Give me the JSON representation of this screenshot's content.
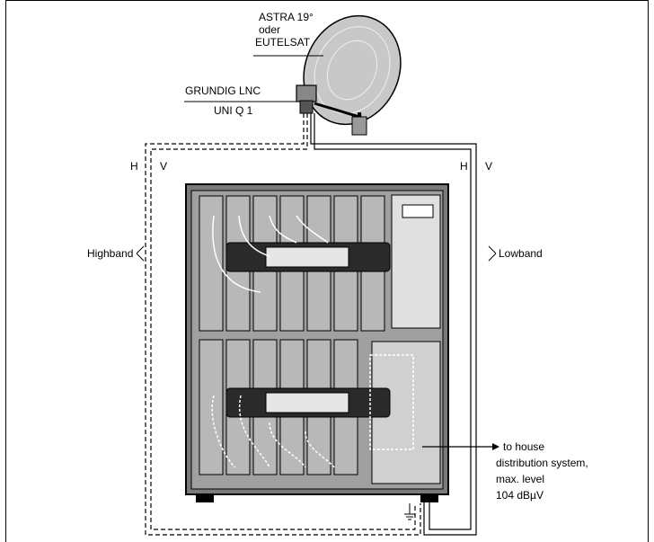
{
  "satellite": {
    "line1": "ASTRA 19°",
    "line2": "oder",
    "line3": "EUTELSAT"
  },
  "lnc": {
    "line1": "GRUNDIG LNC",
    "line2": "UNI Q 1"
  },
  "polarity": {
    "left_h": "H",
    "left_v": "V",
    "right_h": "H",
    "right_v": "V"
  },
  "bands": {
    "high": "Highband",
    "low": "Lowband"
  },
  "output": {
    "line1": "to house",
    "line2": "distribution system,",
    "line3": "max. level",
    "line4": "104 dBµV"
  },
  "colors": {
    "line": "#000000",
    "cabinet_dark": "#7a7a7a",
    "cabinet_mid": "#b8b8b8",
    "cabinet_light": "#e0e0e0",
    "dish": "#c8c8c8",
    "module_dark": "#2a2a2a"
  }
}
